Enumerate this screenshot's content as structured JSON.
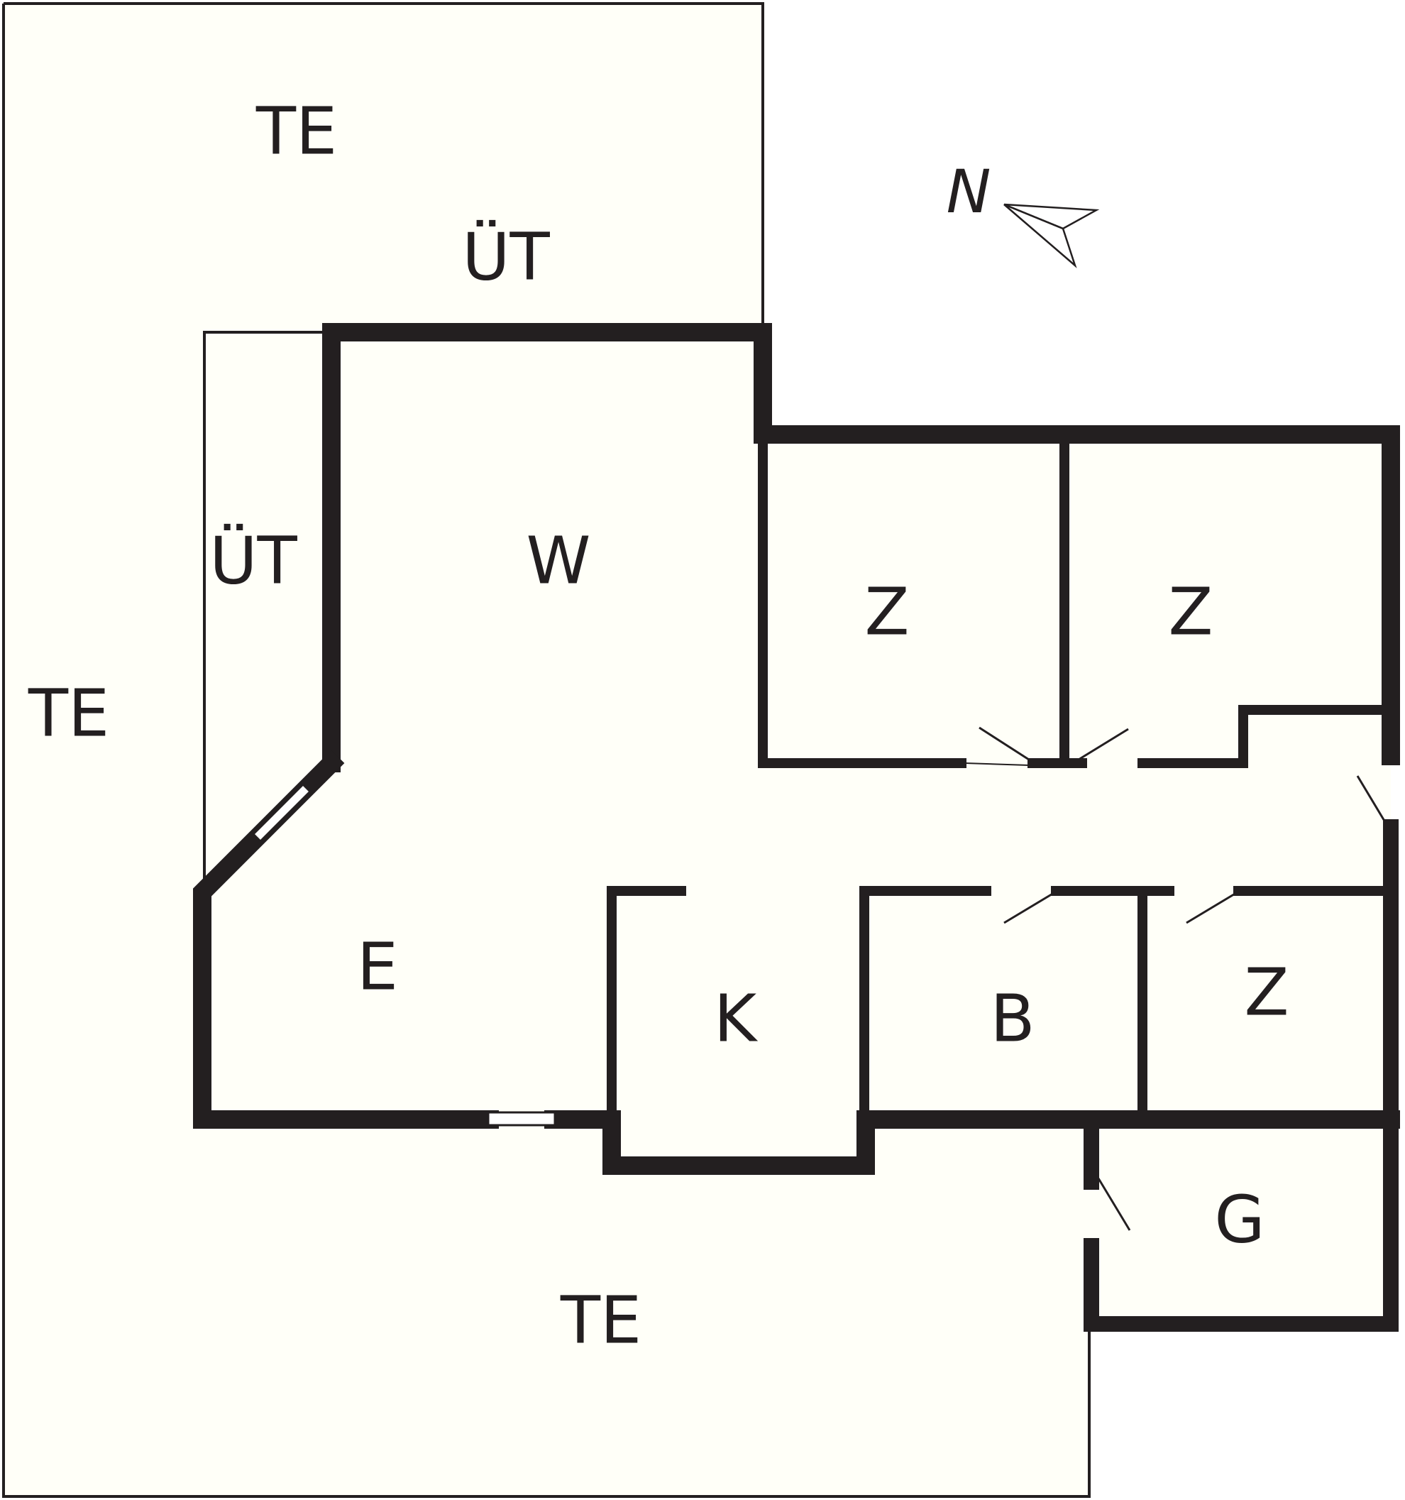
{
  "colors": {
    "wall": "#231f20",
    "floor": "#fffff8",
    "background": "#ffffff"
  },
  "compass": {
    "label": "N",
    "icon": "north-arrow-icon"
  },
  "rooms": {
    "te_top": "TE",
    "ut_top": "ÜT",
    "ut_side": "ÜT",
    "te_left": "TE",
    "w": "W",
    "z_upper_left": "Z",
    "z_upper_right": "Z",
    "e": "E",
    "k": "K",
    "b": "B",
    "z_lower": "Z",
    "g": "G",
    "te_bottom": "TE"
  }
}
